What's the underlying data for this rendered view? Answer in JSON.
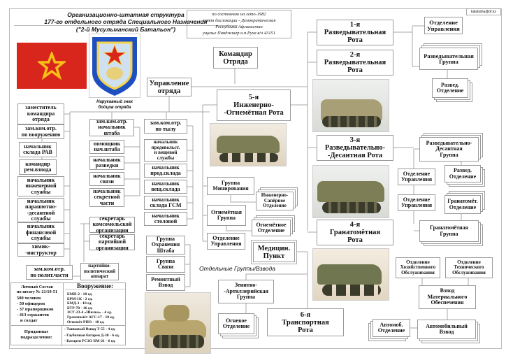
{
  "header": {
    "title_line1": "Организационно-штатная структура",
    "title_line2": "177-го отдельного отряда  Специального Назначения",
    "title_line3": "(\"2-й Мусульманский Батальон\")",
    "contact": "kalabaha@of.kz"
  },
  "info": {
    "line1": "по состоянию на лето-1982",
    "line2": "пункт дислокации - Демократическая",
    "line3": "Республика Афганистан",
    "line4": "ущелье Панджшер  н.п.Руха  в/ч 43151"
  },
  "emblem_caption": "Нарукавный знак\nбойцов отряда",
  "command": {
    "commander": "Командир\nОтряда",
    "hq": "Управление\nотряда"
  },
  "left_column": [
    "заместитель\nкомандира\nотряда",
    "зам.ком.отр.\nпо вооружению",
    "начальник\nсклада РАВ",
    "командир\nрем.взвода",
    "начальник\nинженерной\nслужбы",
    "начальник\nпарашютно-\n-десантной\nслужбы",
    "начальник\nфинансовой\nслужбы",
    "химик-\n-инструктор",
    "зам.ком.отр.\nпо полит.части",
    "партийно-\nполитический\nаппарат"
  ],
  "staff_column": [
    "зам.ком.отр.\nначальник\nштаба",
    "помощник\nнач.штаба",
    "начальник\nразведки",
    "начальник\nсвязи",
    "начальник\nсекретной\nчасти",
    "секретарь\nкомсомольской\nорганизации",
    "секретарь\nпартийной\nорганизации"
  ],
  "rear_column": [
    "зам.ком.отр.\nпо тылу",
    "начальник\nпродовольст.\nи вещевой\nслужбы",
    "начальник\nпрод.склада",
    "начальник\nвещ.склада",
    "начальник\nсклада ГСМ",
    "начальник\nстоловой"
  ],
  "separate_units": {
    "label": "Отдельные Группы/Взвода",
    "items": [
      "Группа\nОхранения\nШтаба",
      "Группа\nСвязи",
      "Ремонтный\nВзвод",
      "Зенитно-\n-Артиллерийская\nГруппа",
      "Огневое\nОтделение"
    ]
  },
  "company5": {
    "title": "5-я\nИнженерно-\n-Огнемётная Рота",
    "units": [
      "Группа\nМинирования",
      "Инженерно-\nСапёрное\nОтделение",
      "Огнемётная\nГруппа",
      "Огнемётное\nОтделение",
      "Отделение\nУправления",
      "Медицин.\nПункт"
    ]
  },
  "companies": {
    "c1": "1-я\nРазведывательная\nРота",
    "c2": "2-я\nРазведывательная\nРота",
    "c3": "3-я\nРазведывательно-\n-Десантная Рота",
    "c4": "4-я\nГранатомётная\nРота",
    "c6": "6-я\nТранспортная\nРота"
  },
  "recon_units": [
    "Отделение\nУправления",
    "Разведывательная\nГруппа",
    "Развед.\nОтделение"
  ],
  "airborne_units": [
    "Разведывательно-\nДесантная\nГруппа",
    "Развед.\nОтделение",
    "Отделение\nУправления"
  ],
  "grenade_units": [
    "Отделение\nУправления",
    "Гранатомёт.\nОтделение",
    "Гранатомётная\nГруппа"
  ],
  "transport_units": [
    "Отделение\nХозяйственного\nОбслуживания",
    "Отделение\nТехнического\nОбслуживания",
    "Взвод\nМатериального\nОбеспечения",
    "Автомоб.\nОтделение",
    "Автомобильный\nВзвод"
  ],
  "summary": {
    "personnel_title": "Личный Состав\nпо штату № 21/19-51",
    "personnel": "500 человек\n- 50 офицеров\n- 37 прапорщиков\n- 413 сержантов\n   и солдат",
    "weapons_title": "Вооружение:",
    "weapons": [
      "БМП-2 - 18 ед.",
      "БРМ-1К - 2 ед.",
      "БМД-1  - 10 ед.",
      "БТР-70 - 16 ед.",
      "ЗСУ-23-4 «Шилка» - 4 ед.",
      "Гранатомёт АГС-17 - 18 ед.",
      "Огнемёт  РПО  - 18 ед."
    ],
    "attached_title": "Приданные\nподразделения:",
    "attached": [
      "- Танковый Взвод  Т-55  - 4 ед.",
      "- Гаубичная батарея  Д-30 - 6 ед.",
      "- Батарея РСЗО БМ-21 - 6 ед."
    ]
  },
  "colors": {
    "flag": "#d9261c",
    "star": "#f6c019",
    "emblem_blue": "#1e4fc0",
    "line": "#9a9a9a"
  }
}
